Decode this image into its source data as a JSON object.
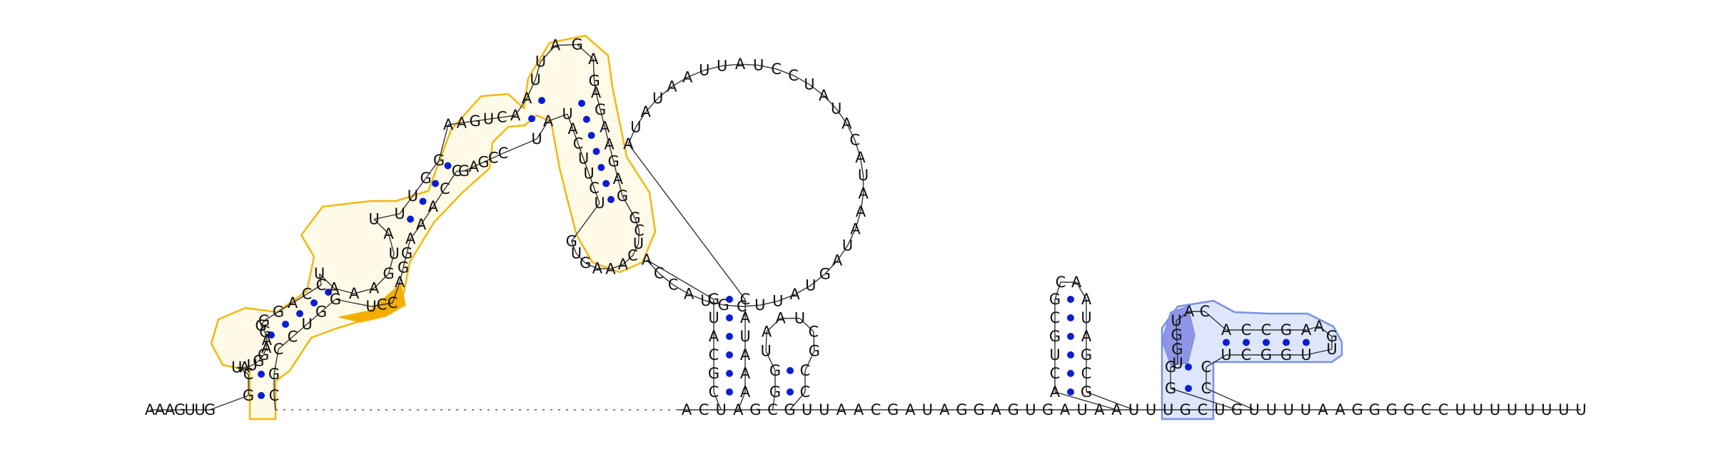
{
  "strand": {
    "head": "AAAGUUG",
    "dash_count": 50,
    "tail": "ACUAGCGUUAACGAUAGGAGUGAUAAUUUGCUGUUUUAAGGGGCCUUUUUUUU"
  },
  "domain1": {
    "stem1_5p": "GC",
    "hairpin1": "UAUGGAAGG",
    "stem1_3p": "GC",
    "stem2_5p": "GGACC",
    "stem2_3p": "GGUCC",
    "highlight_bulge": "UCC",
    "bulge_left": "UAAAGUAU",
    "bulge_right": "AGGA",
    "stem3_5p": "UUGG",
    "stem3_3p": "CCAA",
    "interior_top": "AAGUCA",
    "interior_bottom": "CCGAG",
    "stem4_5p": "AU",
    "stem4_3p": "AU",
    "apex_loop": "UAGAG",
    "stem5_5p": "AGAAGAG",
    "stem5_3p": "UCUUCAU",
    "lower_loop": "GCUCAAAGUG"
  },
  "domain2": {
    "big_loop": "ACCAUGCUUAUGAUAAAUACAUAUCCUAUUAAUAUA",
    "stem_5p": "CGCAUG",
    "stem_3p": "CAUAAA",
    "small_hairpin": "UAAUCG",
    "small_stem_5p": "GG",
    "small_stem_3p": "CC"
  },
  "domain3": {
    "stem_5p": "ACUGCG",
    "stem_3p": "AUAGCG",
    "loop": "CA"
  },
  "terminator": {
    "stem_5p": "GG",
    "stem_3p": "CC",
    "highlight_loop": "UGGU",
    "loop_top": "AC",
    "hairpin_5p": "ACCGA",
    "hairpin_3p": "UGGCU",
    "hairpin_loop": "AGU"
  },
  "colors": {
    "pair_dot": "#0b1ed6",
    "domain_outline": "#f2b80f",
    "domain_fill": "#fffbe8",
    "domain_highlight": "#f5ae00",
    "terminator_outline": "#7a8fe3",
    "terminator_fill": "#dde6fb",
    "terminator_highlight": "#8f95e6"
  }
}
